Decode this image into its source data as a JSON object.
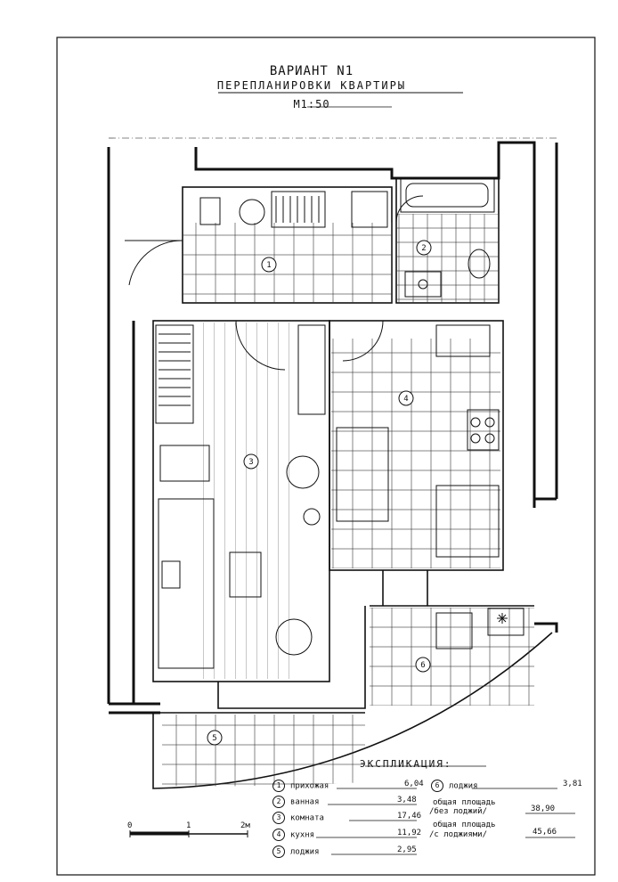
{
  "drawing": {
    "title": "ВАРИАНТ N1",
    "subtitle": "ПЕРЕПЛАНИРОВКИ КВАРТИРЫ",
    "scale_label": "М1:50"
  },
  "rooms": [
    {
      "num": "1",
      "name": "прихожая",
      "area": "6,04"
    },
    {
      "num": "2",
      "name": "ванная",
      "area": "3,48"
    },
    {
      "num": "3",
      "name": "комната",
      "area": "17,46"
    },
    {
      "num": "4",
      "name": "кухня",
      "area": "11,92"
    },
    {
      "num": "5",
      "name": "лоджия",
      "area": "2,95"
    },
    {
      "num": "6",
      "name": "лоджия",
      "area": "3,81"
    }
  ],
  "legend": {
    "title": "ЭКСПЛИКАЦИЯ:",
    "total_no_loggia_label_1": "общая площадь",
    "total_no_loggia_label_2": "/без лоджий/",
    "total_no_loggia_value": "38,90",
    "total_with_loggia_label_1": "общая площадь",
    "total_with_loggia_label_2": "/с лоджиями/",
    "total_with_loggia_value": "45,66"
  },
  "scale_bar": {
    "start": "0",
    "mid": "1",
    "end": "2м"
  }
}
